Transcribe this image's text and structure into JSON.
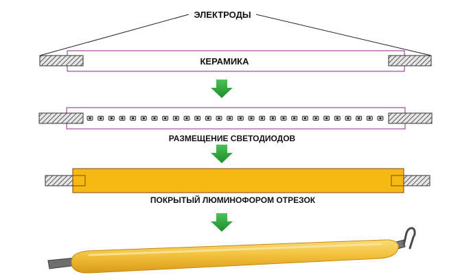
{
  "labels": {
    "electrodes": "ЭЛЕКТРОДЫ",
    "ceramic": "КЕРАМИКА",
    "led_placement": "РАЗМЕЩЕНИЕ СВЕТОДИОДОВ",
    "phosphor_coated": "ПОКРЫТЫЙ ЛЮМИНОФОРОМ ОТРЕЗОК"
  },
  "led_count": 28,
  "colors": {
    "substrate_outline": "#a0499a",
    "phosphor_fill": "#f6b812",
    "phosphor_outline": "#9b5a2a",
    "arrow": "#2fa33a",
    "electrode_hatch": "#333333",
    "finished_filament": "#f3c23e"
  },
  "icons": {
    "arrow": "down-arrow-icon",
    "electrode": "hatched-electrode-icon",
    "led": "led-chip-icon"
  }
}
